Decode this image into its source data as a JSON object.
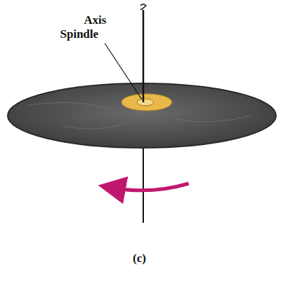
{
  "diagram": {
    "labels": [
      "Axis",
      "Spindle",
      "(c)"
    ]
  }
}
